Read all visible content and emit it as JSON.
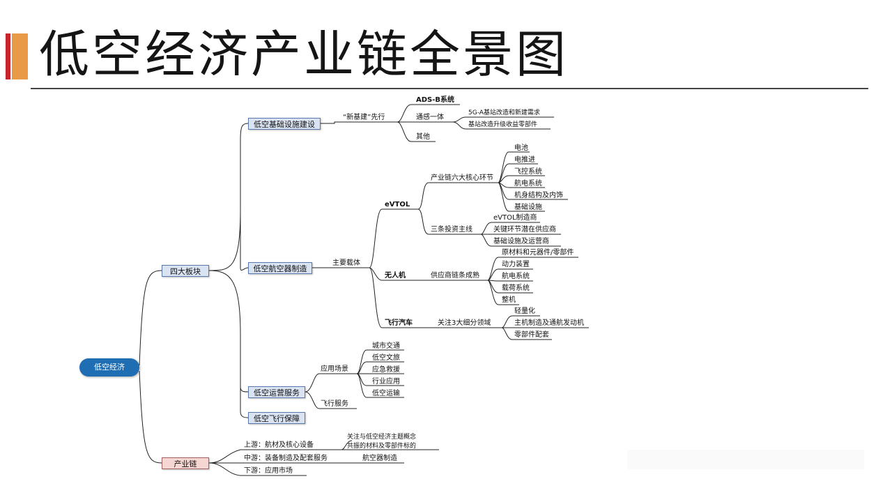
{
  "page": {
    "title": "低空经济产业链全景图"
  },
  "root": "低空经济",
  "branches": {
    "sectors": "四大板块",
    "chain": "产业链"
  },
  "infra": {
    "label": "低空基础设施建设",
    "child": "“新基建”先行",
    "items": [
      "ADS-B系统",
      "通感一体",
      "其他"
    ],
    "tongan": [
      "5G-A基站改造和新建需求",
      "基站改造升级收益零部件"
    ]
  },
  "aircraft": {
    "label": "低空航空器制造",
    "carrier": "主要载体",
    "evtol": {
      "label": "eVTOL",
      "six_label": "产业链六大核心环节",
      "six": [
        "电池",
        "电推进",
        "飞控系统",
        "航电系统",
        "机身结构及内饰",
        "基础设施"
      ],
      "three_label": "三条投资主线",
      "three": [
        "eVTOL制造商",
        "关键环节潜在供应商",
        "基础设施及运营商"
      ]
    },
    "drone": {
      "label": "无人机",
      "supply_label": "供应商链条成熟",
      "items": [
        "原材料和元器件/零部件",
        "动力装置",
        "航电系统",
        "载荷系统",
        "整机"
      ]
    },
    "car": {
      "label": "飞行汽车",
      "focus_label": "关注3大细分领域",
      "items": [
        "轻量化",
        "主机制造及通航发动机",
        "零部件配套"
      ]
    }
  },
  "ops": {
    "label": "低空运营服务",
    "scene_label": "应用场景",
    "scenes": [
      "城市交通",
      "低空文旅",
      "应急救援",
      "行业应用",
      "低空运输"
    ],
    "flight_service": "飞行服务"
  },
  "support": {
    "label": "低空飞行保障"
  },
  "chain": {
    "upstream": "上游：航材及核心设备",
    "upstream_note_1": "关注与低空经济主题概念",
    "upstream_note_2": "共振的材料及零部件标的",
    "midstream": "中游：装备制造及配套服务",
    "midstream_note": "航空器制造",
    "downstream": "下游：应用市场"
  },
  "colors": {
    "accent_red": "#c8242b",
    "accent_orange": "#e99a47",
    "root_blue": "#1f6db3",
    "box_blue": "#d9e3f2",
    "box_pink": "#f6d6d2"
  }
}
